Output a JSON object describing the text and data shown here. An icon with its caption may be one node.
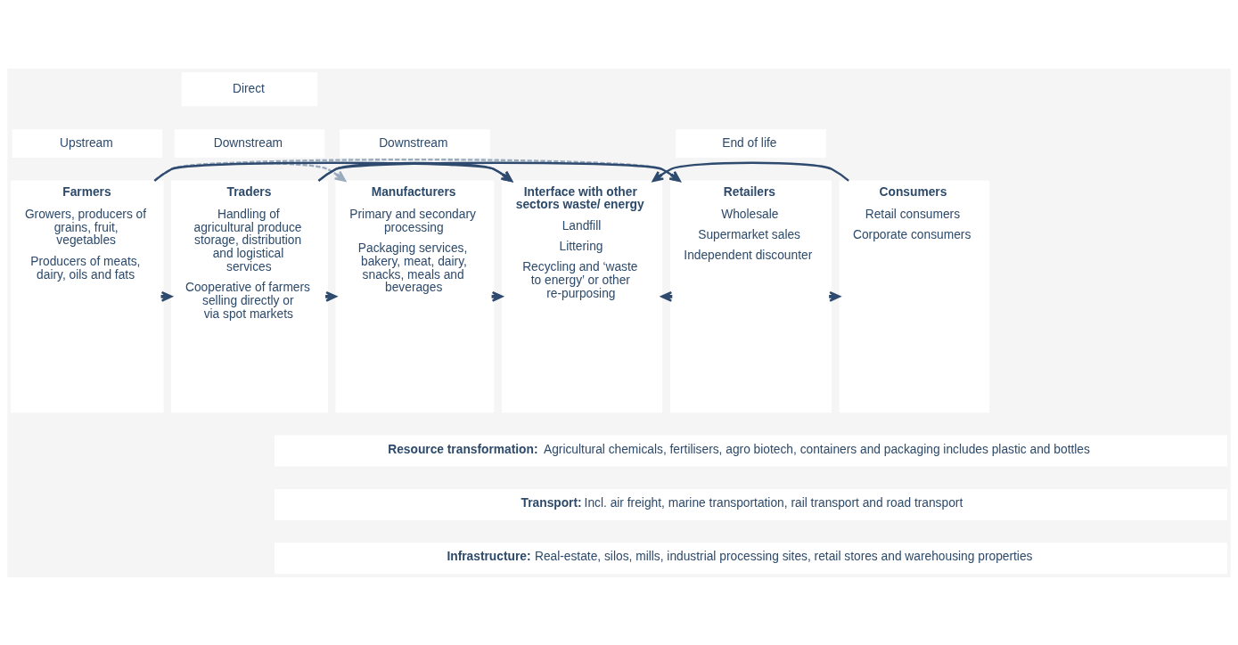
{
  "diagram": {
    "nodes": [
      {
        "text": [
          "Upstream"
        ]
      },
      {
        "text": [
          "Downstream"
        ]
      },
      {
        "text": [
          "Downstream"
        ]
      },
      {
        "text": [
          "End of life"
        ]
      },
      {
        "text": [
          "Farmers",
          "Growers, producers of grains, fruit, vegetables",
          "Producers of meats, dairy, oils and fats"
        ]
      },
      {
        "text": [
          "Traders",
          "Handling of agricultural produce storage, distribution and logistical services",
          "Cooperative of farmers selling directly or via spot markets"
        ]
      },
      {
        "text": [
          "Manufacturers",
          "Primary and secondary processing",
          "Packaging services, bakery, meat, dairy, snacks, meals and beverages"
        ]
      },
      {
        "text": [
          "Retailers",
          "Wholesale",
          "Supermarket sales",
          "Independent discounter"
        ]
      },
      {
        "text": [
          "Consumers",
          "Retail consumers",
          "Corporate consumers"
        ]
      },
      {
        "text": [
          "Interface with other sectors waste/ energy",
          "Landfill",
          "Littering",
          "Recycling and ‘waste to energy’ or other re-purposing"
        ]
      },
      {
        "text": [
          "**Resource transformation:** Agricultural chemicals, fertilisers, agro biotech, containers and packaging includes plastic and bottles"
        ]
      },
      {
        "text": [
          "**Transport:** Incl. air freight, marine transportation, rail transport and road transport"
        ]
      },
      {
        "text": [
          "**Infrastructure:** Real-estate, silos, mills, industrial processing sites, retail stores and warehousing properties"
        ]
      }
    ],
    "edges": [
      {
        "from": 4,
        "to": 5,
        "arrow": "to"
      },
      {
        "from": 4,
        "to": 6,
        "arrow": "to",
        "style": "dashed",
        "color": "#9aabbd"
      },
      {
        "from": 4,
        "to": 7,
        "arrow": "to",
        "style": "dashed",
        "color": "#9aabbd"
      },
      {
        "from": 5,
        "to": 6,
        "arrow": "to"
      },
      {
        "from": 5,
        "to": 7,
        "arrow": "to"
      },
      {
        "from": 7,
        "to": 8,
        "arrow": "to"
      },
      {
        "from": 4,
        "to": 9,
        "arrow": "to"
      },
      {
        "from": 5,
        "to": 9,
        "arrow": "to"
      },
      {
        "from": 6,
        "to": 9,
        "arrow": "to"
      },
      {
        "from": 7,
        "to": 9,
        "arrow": "to"
      },
      {
        "from": 8,
        "to": 9,
        "arrow": "to"
      }
    ],
    "labels": [
      "Direct"
    ]
  }
}
